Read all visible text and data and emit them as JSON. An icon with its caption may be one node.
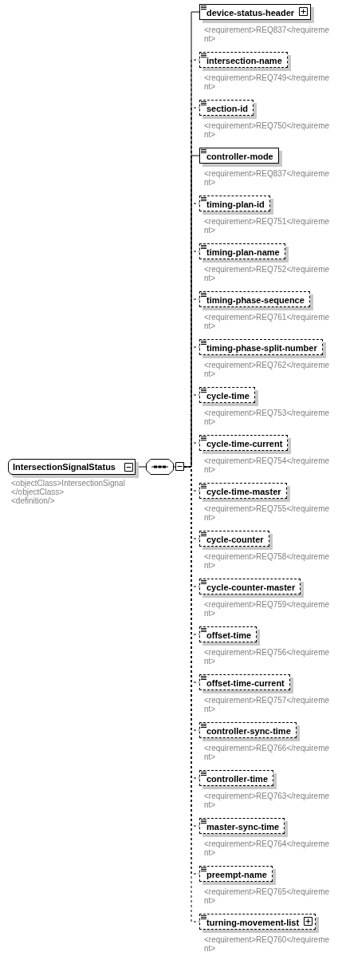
{
  "diagram": {
    "nodes": [
      {
        "text": [
          "IntersectionSignalStatus"
        ],
        "beside": [
          "<objectClass>IntersectionSignal</objectClass>",
          "<definition/>"
        ]
      },
      {
        "text": [],
        "shape": "octagon"
      },
      {
        "text": [
          "device-status-header"
        ],
        "beside": [
          "<requirement>REQ837</requirement>"
        ]
      },
      {
        "text": [
          "intersection-name"
        ],
        "beside": [
          "<requirement>REQ749</requirement>"
        ]
      },
      {
        "text": [
          "section-id"
        ],
        "beside": [
          "<requirement>REQ750</requirement>"
        ]
      },
      {
        "text": [
          "controller-mode"
        ],
        "beside": [
          "<requirement>REQ837</requirement>"
        ]
      },
      {
        "text": [
          "timing-plan-id"
        ],
        "beside": [
          "<requirement>REQ751</requirement>"
        ]
      },
      {
        "text": [
          "timing-plan-name"
        ],
        "beside": [
          "<requirement>REQ752</requirement>"
        ]
      },
      {
        "text": [
          "timing-phase-sequence"
        ],
        "beside": [
          "<requirement>REQ761</requirement>"
        ]
      },
      {
        "text": [
          "timing-phase-split-number"
        ],
        "beside": [
          "<requirement>REQ762</requirement>"
        ]
      },
      {
        "text": [
          "cycle-time"
        ],
        "beside": [
          "<requirement>REQ753</requirement>"
        ]
      },
      {
        "text": [
          "cycle-time-current"
        ],
        "beside": [
          "<requirement>REQ754</requirement>"
        ]
      },
      {
        "text": [
          "cycle-time-master"
        ],
        "beside": [
          "<requirement>REQ755</requirement>"
        ]
      },
      {
        "text": [
          "cycle-counter"
        ],
        "beside": [
          "<requirement>REQ758</requirement>"
        ]
      },
      {
        "text": [
          "cycle-counter-master"
        ],
        "beside": [
          "<requirement>REQ759</requirement>"
        ]
      },
      {
        "text": [
          "offset-time"
        ],
        "beside": [
          "<requirement>REQ756</requirement>"
        ]
      },
      {
        "text": [
          "offset-time-current"
        ],
        "beside": [
          "<requirement>REQ757</requirement>"
        ]
      },
      {
        "text": [
          "controller-sync-time"
        ],
        "beside": [
          "<requirement>REQ766</requirement>"
        ]
      },
      {
        "text": [
          "controller-time"
        ],
        "beside": [
          "<requirement>REQ763</requirement>"
        ]
      },
      {
        "text": [
          "master-sync-time"
        ],
        "beside": [
          "<requirement>REQ764</requirement>"
        ]
      },
      {
        "text": [
          "preempt-name"
        ],
        "beside": [
          "<requirement>REQ765</requirement>"
        ]
      },
      {
        "text": [
          "turning-movement-list"
        ],
        "beside": [
          "<requirement>REQ760</requirement>"
        ]
      }
    ],
    "edges": [
      {
        "from": 0,
        "to": 1,
        "arrow": "none"
      },
      {
        "from": 1,
        "to": 2,
        "arrow": "none"
      },
      {
        "from": 1,
        "to": 3,
        "arrow": "none",
        "style": "dashed"
      },
      {
        "from": 1,
        "to": 4,
        "arrow": "none",
        "style": "dashed"
      },
      {
        "from": 1,
        "to": 5,
        "arrow": "none"
      },
      {
        "from": 1,
        "to": 6,
        "arrow": "none",
        "style": "dashed"
      },
      {
        "from": 1,
        "to": 7,
        "arrow": "none",
        "style": "dashed"
      },
      {
        "from": 1,
        "to": 8,
        "arrow": "none",
        "style": "dashed"
      },
      {
        "from": 1,
        "to": 9,
        "arrow": "none",
        "style": "dashed"
      },
      {
        "from": 1,
        "to": 10,
        "arrow": "none",
        "style": "dashed"
      },
      {
        "from": 1,
        "to": 11,
        "arrow": "none",
        "style": "dashed"
      },
      {
        "from": 1,
        "to": 12,
        "arrow": "none",
        "style": "dashed"
      },
      {
        "from": 1,
        "to": 13,
        "arrow": "none",
        "style": "dashed"
      },
      {
        "from": 1,
        "to": 14,
        "arrow": "none",
        "style": "dashed"
      },
      {
        "from": 1,
        "to": 15,
        "arrow": "none",
        "style": "dashed"
      },
      {
        "from": 1,
        "to": 16,
        "arrow": "none",
        "style": "dashed"
      },
      {
        "from": 1,
        "to": 17,
        "arrow": "none",
        "style": "dashed"
      },
      {
        "from": 1,
        "to": 18,
        "arrow": "none",
        "style": "dashed"
      },
      {
        "from": 1,
        "to": 19,
        "arrow": "none",
        "style": "dashed"
      },
      {
        "from": 1,
        "to": 20,
        "arrow": "none",
        "style": "dashed"
      },
      {
        "from": 1,
        "to": 21,
        "arrow": "none",
        "style": "dashed"
      }
    ]
  }
}
